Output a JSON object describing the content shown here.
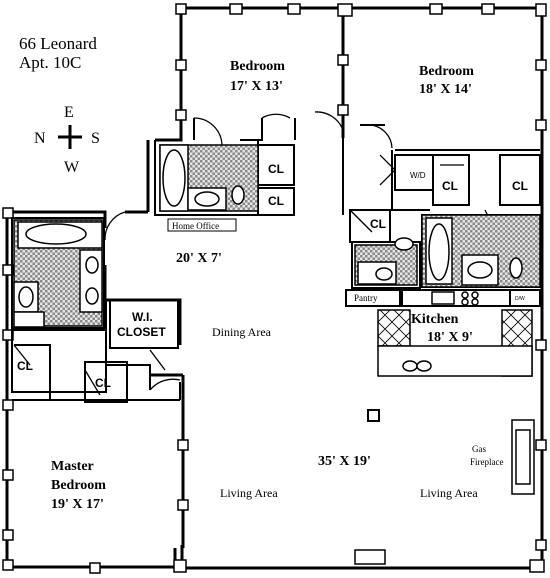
{
  "address": {
    "line1": "66 Leonard",
    "line2": "Apt. 10C"
  },
  "compass": {
    "north": "N",
    "south": "S",
    "east": "E",
    "west": "W"
  },
  "rooms": {
    "bedroom_1": {
      "name": "Bedroom",
      "size": "17' X 13'"
    },
    "bedroom_2": {
      "name": "Bedroom",
      "size": "18' X 14'"
    },
    "home_office": {
      "name": "Home Office",
      "size": "20' X 7'"
    },
    "wi_closet": {
      "line1": "W.I.",
      "line2": "CLOSET"
    },
    "dining": {
      "name": "Dining Area"
    },
    "kitchen": {
      "name": "Kitchen",
      "size": "18' X 9'"
    },
    "pantry": {
      "name": "Pantry"
    },
    "master": {
      "name_line1": "Master",
      "name_line2": "Bedroom",
      "size": "19' X 17'"
    },
    "living": {
      "name": "Living Area",
      "size": "35' X 19'"
    },
    "living_right": {
      "name": "Living Area"
    },
    "fireplace": {
      "line1": "Gas",
      "line2": "Fireplace"
    }
  },
  "closets": {
    "label": "CL"
  },
  "appliances": {
    "washer_dryer": "W/D",
    "dishwasher": "D/W"
  },
  "colors": {
    "line": "#000000",
    "tile": "#b8b8b8",
    "background": "#ffffff"
  }
}
